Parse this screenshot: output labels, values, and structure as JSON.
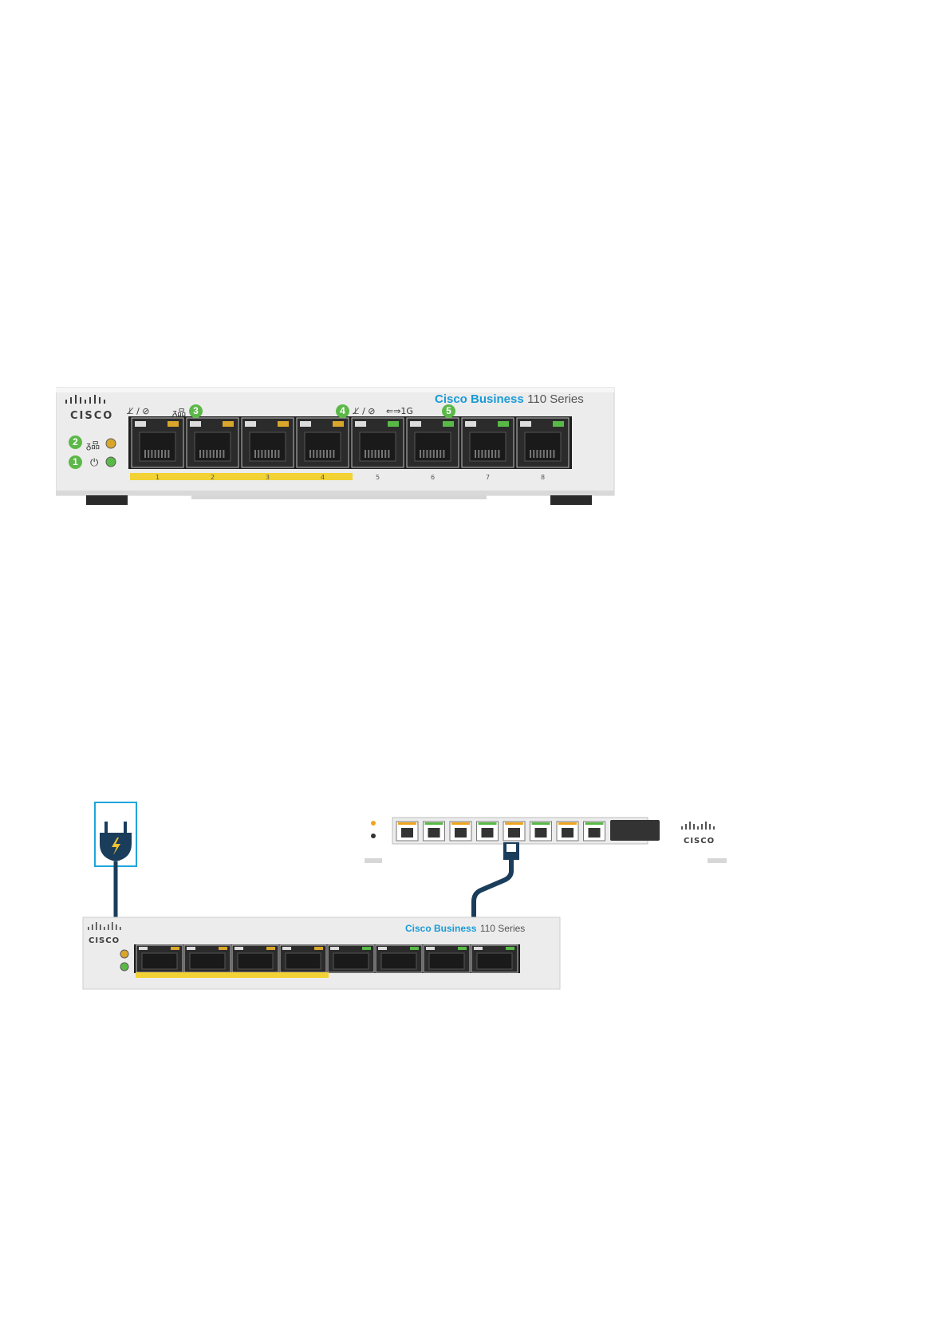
{
  "switch_front": {
    "logo_word": "CISCO",
    "brand_name": "Cisco Business",
    "series": "110 Series",
    "icons": {
      "poe_status": "poe-status-icon",
      "network": "network-icon",
      "speed_1g": "speed-1g-icon",
      "system": "system-leds-icon",
      "power": "power-icon"
    },
    "poe_port_sym": "⊥̸ / ⊘",
    "net_sym": "ᵹ品",
    "speed_sym": "⇐⇒1G",
    "callouts": [
      "1",
      "2",
      "3",
      "4",
      "5"
    ],
    "ports": [
      "1",
      "2",
      "3",
      "4",
      "5",
      "6",
      "7",
      "8"
    ],
    "poe_port_count": 4,
    "colors": {
      "chassis": "#ececec",
      "brand_blue": "#1a9ad6",
      "callout_green": "#5cb848",
      "poe_strip": "#f2d234",
      "led_amber": "#d9a62b",
      "led_green": "#58b947",
      "led_white": "#dcdcdc"
    }
  },
  "connection_diagram": {
    "plug_icon": "power-plug-icon",
    "router_logo": "CISCO",
    "switch_brand": "Cisco Business",
    "switch_series": "110 Series",
    "cable_icon": "ethernet-cable-icon",
    "colors": {
      "plug_box": "#1ea6dc",
      "cable": "#1b3d5c"
    }
  }
}
